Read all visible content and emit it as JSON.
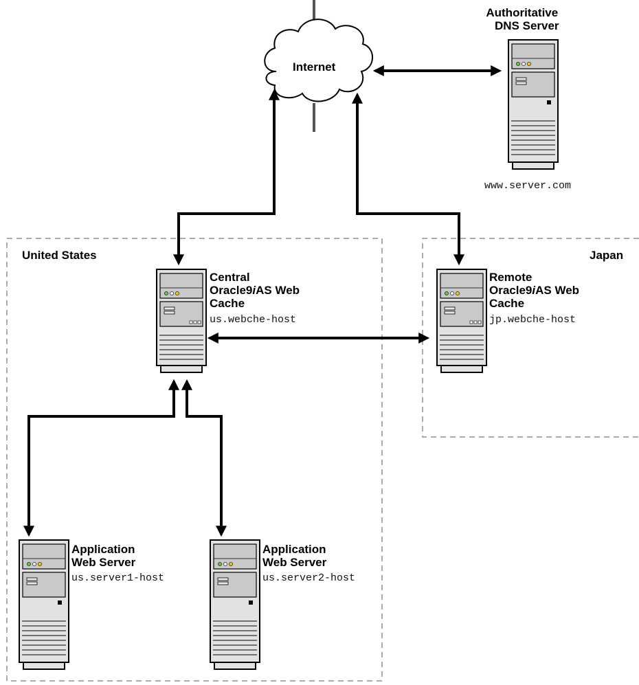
{
  "diagram": {
    "internet": {
      "label": "Internet"
    },
    "dns_server": {
      "title_line1": "Authoritative",
      "title_line2": "DNS Server",
      "host": "www.server.com"
    },
    "regions": {
      "us": {
        "label": "United States"
      },
      "japan": {
        "label": "Japan"
      }
    },
    "central_cache": {
      "line1": "Central",
      "line2_pre": "Oracle9",
      "line2_ital": "i",
      "line2_post": "AS Web",
      "line3": "Cache",
      "host": "us.webche-host"
    },
    "remote_cache": {
      "line1": "Remote",
      "line2_pre": "Oracle9",
      "line2_ital": "i",
      "line2_post": "AS Web",
      "line3": "Cache",
      "host": "jp.webche-host"
    },
    "app_server_1": {
      "line1": "Application",
      "line2": "Web Server",
      "host": "us.server1-host"
    },
    "app_server_2": {
      "line1": "Application",
      "line2": "Web Server",
      "host": "us.server2-host"
    }
  }
}
